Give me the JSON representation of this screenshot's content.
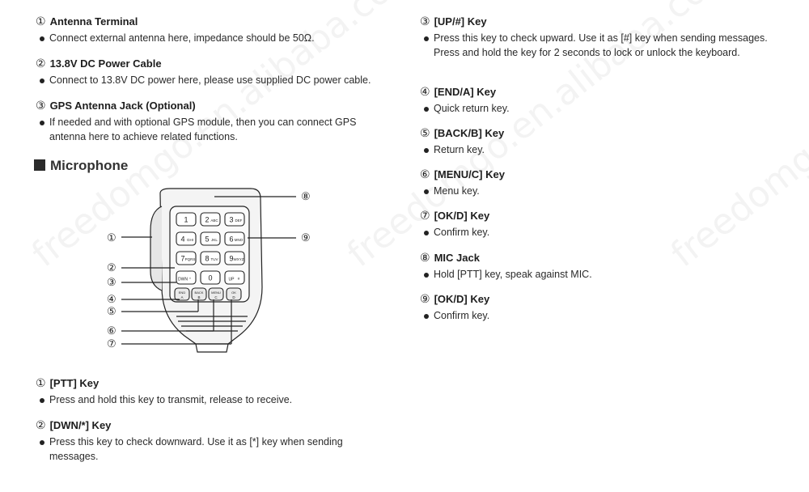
{
  "top_items": [
    {
      "num": "①",
      "title": "Antenna Terminal",
      "desc": "Connect external antenna here, impedance should be 50Ω."
    },
    {
      "num": "②",
      "title": "13.8V DC Power Cable",
      "desc": "Connect to 13.8V DC power here, please use supplied DC power cable."
    },
    {
      "num": "③",
      "title": "GPS Antenna Jack (Optional)",
      "desc": "If needed and with optional GPS module, then you can connect GPS antenna here to achieve related functions."
    }
  ],
  "section_title": "Microphone",
  "bottom_items": [
    {
      "num": "①",
      "title": "[PTT] Key",
      "desc": "Press and hold this key to transmit, release to receive."
    },
    {
      "num": "②",
      "title": "[DWN/*] Key",
      "desc": "Press this key to check downward. Use it as [*] key when sending messages."
    }
  ],
  "right_items": [
    {
      "num": "③",
      "title": "[UP/#] Key",
      "desc": "Press this key to check upward. Use it as [#] key when sending messages. Press and hold the key for 2 seconds to lock or unlock the keyboard."
    },
    {
      "num": "④",
      "title": "[END/A] Key",
      "desc": "Quick return key."
    },
    {
      "num": "⑤",
      "title": "[BACK/B] Key",
      "desc": "Return key."
    },
    {
      "num": "⑥",
      "title": "[MENU/C] Key",
      "desc": "Menu key."
    },
    {
      "num": "⑦",
      "title": "[OK/D] Key",
      "desc": "Confirm key."
    },
    {
      "num": "⑧",
      "title": "MIC Jack",
      "desc": "Hold [PTT] key, speak against MIC."
    },
    {
      "num": "⑨",
      "title": "[OK/D] Key",
      "desc": "Confirm key."
    }
  ],
  "figure": {
    "callouts": [
      "①",
      "②",
      "③",
      "④",
      "⑤",
      "⑥",
      "⑦",
      "⑧",
      "⑨"
    ],
    "keys": [
      {
        "main": "1",
        "sub": ""
      },
      {
        "main": "2",
        "sub": "ABC"
      },
      {
        "main": "3",
        "sub": "DEF"
      },
      {
        "main": "4",
        "sub": "GHI"
      },
      {
        "main": "5",
        "sub": "JKL"
      },
      {
        "main": "6",
        "sub": "MNO"
      },
      {
        "main": "7",
        "sub": "PQRS"
      },
      {
        "main": "8",
        "sub": "TUV"
      },
      {
        "main": "9",
        "sub": "WXYZ"
      },
      {
        "main": "DWN",
        "sub": "*"
      },
      {
        "main": "0",
        "sub": ""
      },
      {
        "main": "UP",
        "sub": "#"
      }
    ],
    "func_keys": [
      {
        "main": "END",
        "sub": "A"
      },
      {
        "main": "BACK",
        "sub": "B"
      },
      {
        "main": "MENU",
        "sub": "C"
      },
      {
        "main": "OK",
        "sub": "D"
      }
    ]
  },
  "watermark_text": "freedomgo.en.alibaba.com"
}
